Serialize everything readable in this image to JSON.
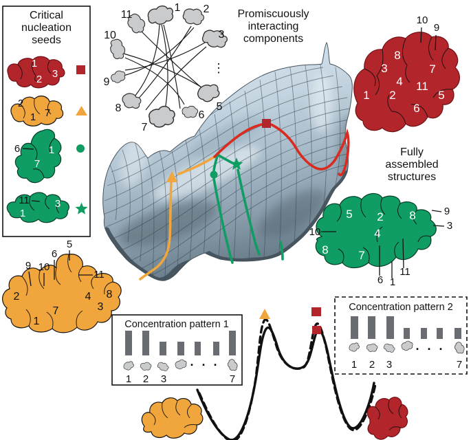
{
  "colors": {
    "seed_red": "#b2252b",
    "trajectory_red": "#d92b1f",
    "orange": "#f0a63c",
    "green": "#0f9d64",
    "component_gray": "#c9cbcd",
    "bar_gray": "#696d71",
    "surface_light": "#e3edf5",
    "surface_dark": "#6a7d8a"
  },
  "seed_box": {
    "title": "Critical\nnucleation\nseeds",
    "red_labels": [
      "1",
      "2",
      "3"
    ],
    "orange_labels": [
      "2",
      "1",
      "7"
    ],
    "green1_outside": "6",
    "green1_labels": [
      "1",
      "7"
    ],
    "green2_outside": "11",
    "green2_labels": [
      "3",
      "1"
    ],
    "markers": [
      "square",
      "triangle",
      "circle",
      "star"
    ]
  },
  "network": {
    "title": "Promiscuously\ninteracting\ncomponents",
    "labels": [
      "1",
      "2",
      "3",
      "5",
      "6",
      "7",
      "8",
      "9",
      "10",
      "11"
    ],
    "ellipsis": "⋮"
  },
  "assembled_label": "Fully\nassembled\nstructures",
  "red_structure": {
    "inside": [
      "8",
      "3",
      "7",
      "4",
      "11",
      "1",
      "2",
      "5",
      "6"
    ],
    "outside": [
      "10",
      "9"
    ]
  },
  "green_structure": {
    "inside": [
      "5",
      "2",
      "8",
      "4",
      "8",
      "7"
    ],
    "outside": [
      "9",
      "3",
      "10",
      "6",
      "1",
      "11"
    ]
  },
  "orange_structure": {
    "inside": [
      "2",
      "1",
      "7",
      "4",
      "3",
      "8"
    ],
    "outside": [
      "5",
      "6",
      "9",
      "10",
      "11"
    ]
  },
  "pattern1": {
    "title": "Concentration pattern 1",
    "labels": [
      "1",
      "2",
      "3",
      "7"
    ],
    "dots": "· · ·",
    "bars_relative": [
      1,
      1,
      0.55,
      0.55,
      0.55,
      0.55,
      1
    ]
  },
  "pattern2": {
    "title": "Concentration pattern 2",
    "labels": [
      "1",
      "2",
      "3",
      "7"
    ],
    "dots": "· · ·",
    "bars_relative": [
      1,
      1,
      1,
      0.48,
      0.48,
      0.48,
      0.48
    ]
  }
}
